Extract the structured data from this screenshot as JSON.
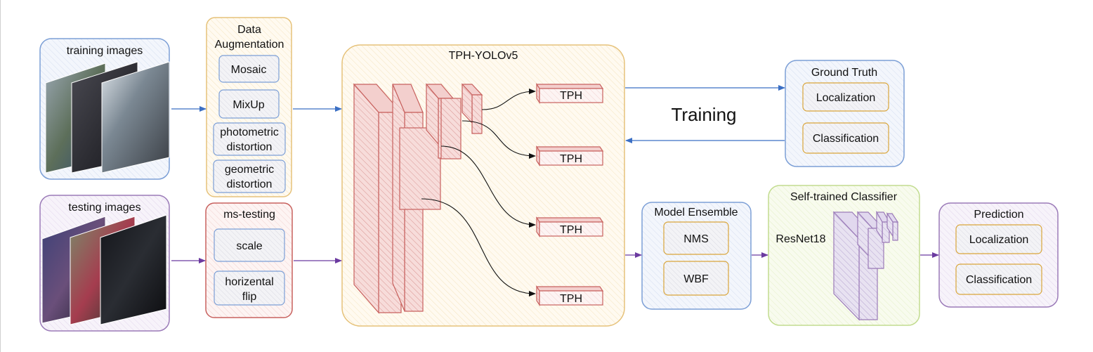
{
  "diagram": {
    "training_images": {
      "title": "training images"
    },
    "testing_images": {
      "title": "testing images"
    },
    "data_augmentation": {
      "title_line1": "Data",
      "title_line2": "Augmentation",
      "items": [
        {
          "line1": "Mosaic",
          "line2": ""
        },
        {
          "line1": "MixUp",
          "line2": ""
        },
        {
          "line1": "photometric",
          "line2": "distortion"
        },
        {
          "line1": "geometric",
          "line2": "distortion"
        }
      ]
    },
    "ms_testing": {
      "title": "ms-testing",
      "items": [
        {
          "line1": "scale",
          "line2": ""
        },
        {
          "line1": "horizental",
          "line2": "flip"
        }
      ]
    },
    "model": {
      "title": "TPH-YOLOv5",
      "heads": [
        "TPH",
        "TPH",
        "TPH",
        "TPH"
      ]
    },
    "training_label": "Training",
    "ground_truth": {
      "title": "Ground Truth",
      "items": [
        "Localization",
        "Classification"
      ]
    },
    "model_ensemble": {
      "title": "Model Ensemble",
      "items": [
        "NMS",
        "WBF"
      ]
    },
    "classifier": {
      "title": "Self-trained Classifier",
      "backbone": "ResNet18"
    },
    "prediction": {
      "title": "Prediction",
      "items": [
        "Localization",
        "Classification"
      ]
    },
    "colors": {
      "blue": "#7c9fd6",
      "purple": "#9b7bb8",
      "yellow": "#e6c27a",
      "red": "#c8625f",
      "green": "#c2dc8f",
      "orange_box": "#d9a53a",
      "arrow_blue": "#3b6fc4",
      "arrow_purple": "#6b3aa0"
    }
  }
}
